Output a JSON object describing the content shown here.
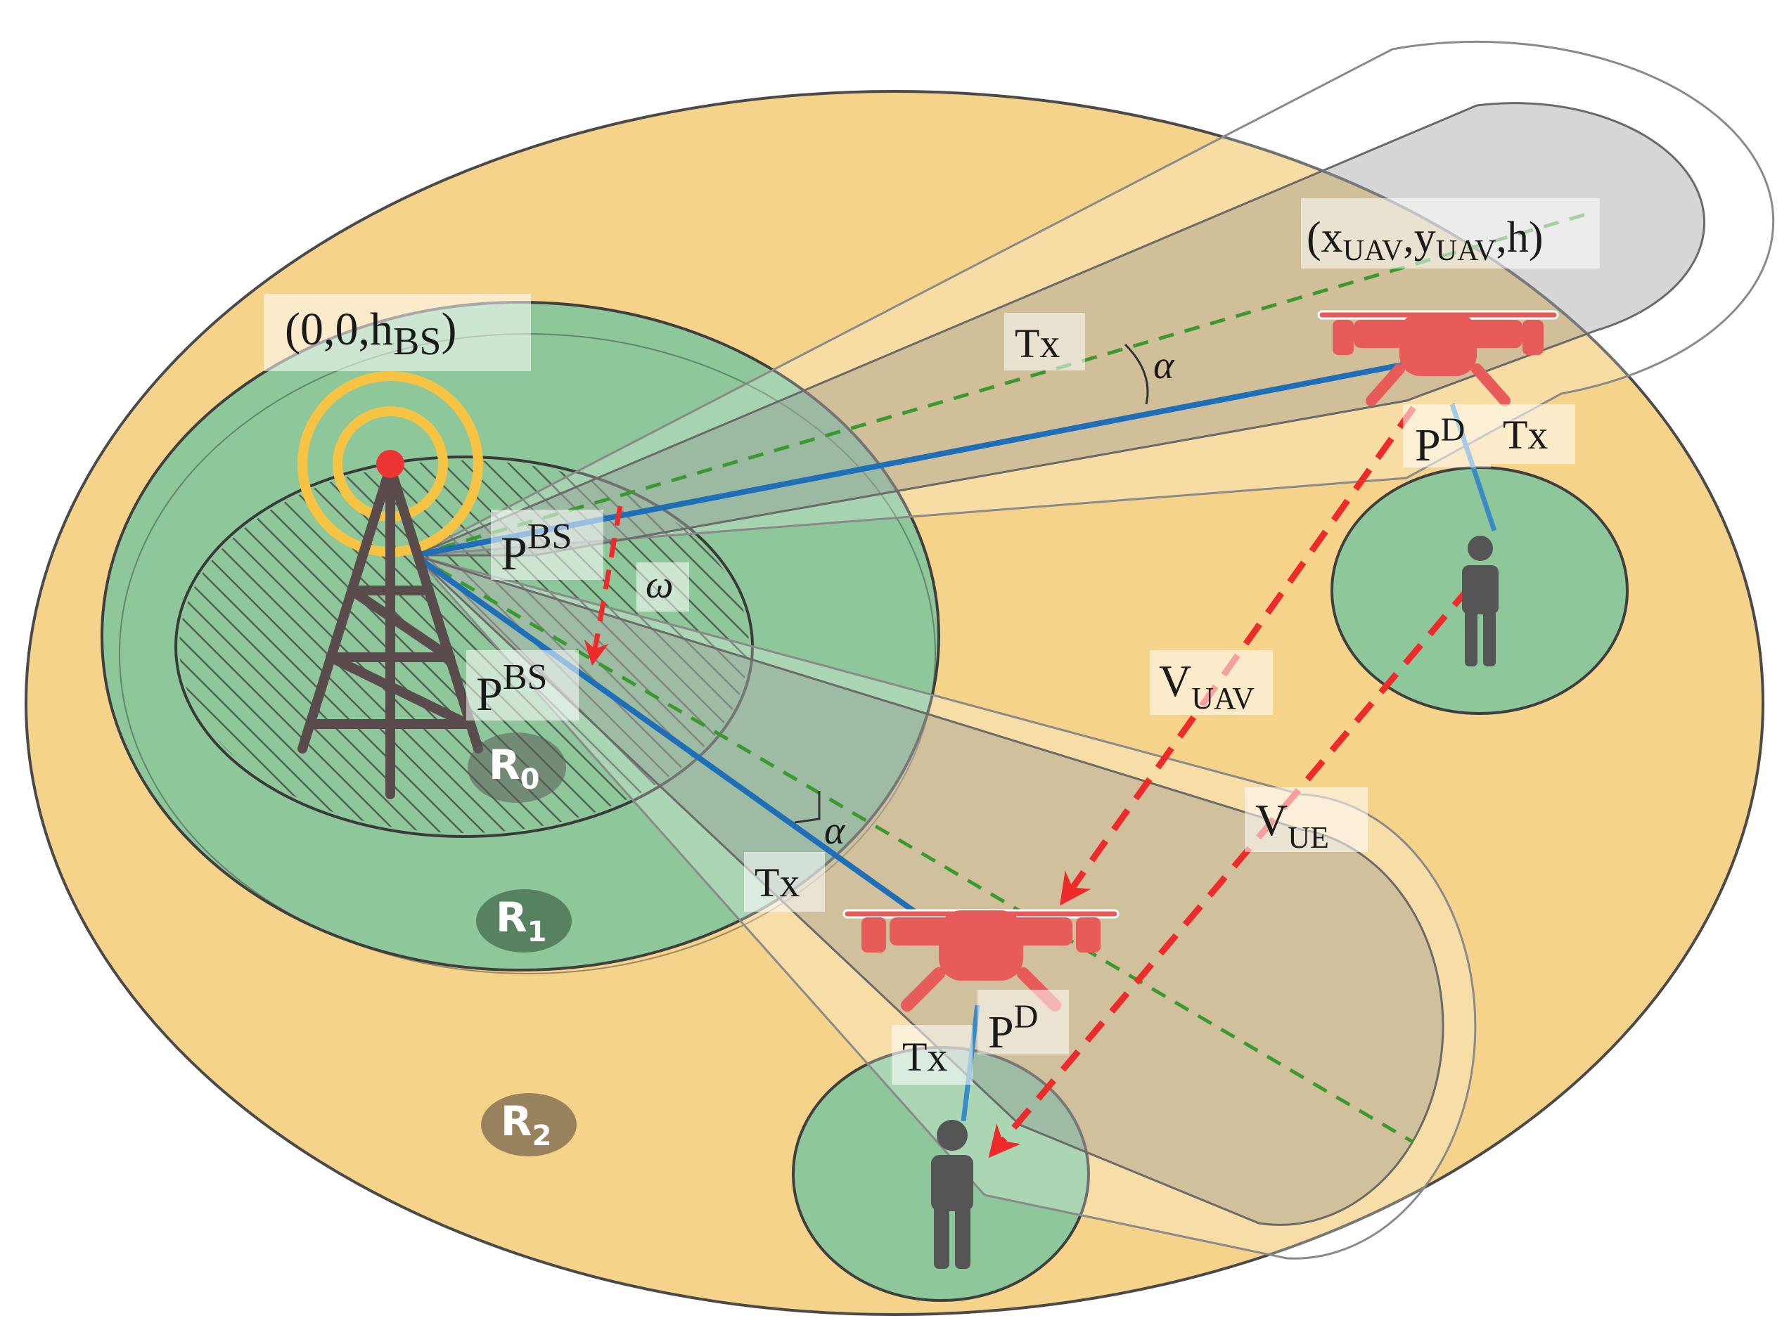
{
  "labels": {
    "bs_coord": {
      "open": "(0,0,h",
      "sub": "BS",
      "close": ")"
    },
    "uav_coord": {
      "p1": "(x",
      "s1": "UAV",
      "p2": ",y",
      "s2": "UAV",
      "p3": ",h)"
    },
    "tx": "Tx",
    "alpha": "α",
    "omega": "ω",
    "p_bs": {
      "base": "P",
      "sup": "BS"
    },
    "p_d": {
      "base": "P",
      "sup": "D"
    },
    "v_uav": {
      "base": "V",
      "sub": "UAV"
    },
    "v_ue": {
      "base": "V",
      "sub": "UE"
    },
    "regions": [
      {
        "base": "R",
        "sub": "0"
      },
      {
        "base": "R",
        "sub": "1"
      },
      {
        "base": "R",
        "sub": "2"
      }
    ]
  },
  "colors": {
    "outer_region": "#f5d38a",
    "mid_region": "#8ec89a",
    "beam": "#9a9a9a",
    "link": "#1f6fb8",
    "dashed_green": "#3b9a2f",
    "motion": "#ee2a2a",
    "drone": "#e85b5b",
    "beacon": "#f6c343",
    "tower": "#5a4c4c",
    "person": "#555555"
  },
  "icons": [
    "tower-icon",
    "drone-icon",
    "person-icon"
  ]
}
